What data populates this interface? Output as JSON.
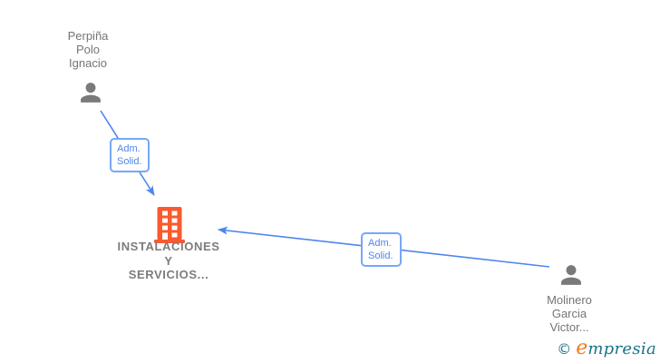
{
  "diagram": {
    "nodes": [
      {
        "id": "person1",
        "type": "person",
        "name_lines": [
          "Perpiña",
          "Polo",
          "Ignacio"
        ]
      },
      {
        "id": "company1",
        "type": "company",
        "name_lines": [
          "INSTALACIONES",
          "Y",
          "SERVICIOS..."
        ]
      },
      {
        "id": "person2",
        "type": "person",
        "name_lines": [
          "Molinero",
          "Garcia",
          "Victor..."
        ]
      }
    ],
    "edges": [
      {
        "from": "person1",
        "to": "company1",
        "label_lines": [
          "Adm.",
          "Solid."
        ]
      },
      {
        "from": "person2",
        "to": "company1",
        "label_lines": [
          "Adm.",
          "Solid."
        ]
      }
    ]
  },
  "watermark": {
    "copyright": "©",
    "brand_lead": "e",
    "brand_rest": "mpresia"
  },
  "colors": {
    "link_blue": "#4f86ec",
    "box_border": "#77a7f7",
    "node_gray": "#7a7a7a",
    "label_gray": "#757575",
    "company_label_gray": "#7c7c7c",
    "company_orange": "#fa5a2e",
    "logo_teal": "#1a7389",
    "logo_orange": "#ee7c1e"
  }
}
